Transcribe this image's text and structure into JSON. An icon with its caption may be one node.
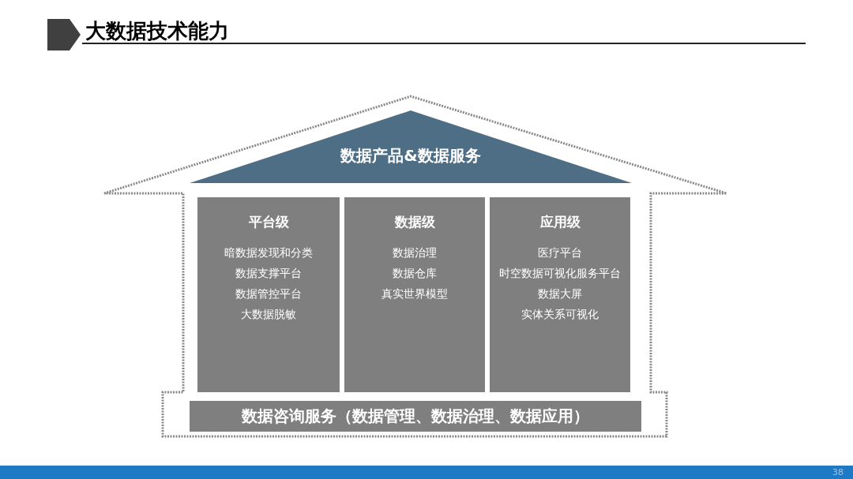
{
  "diagram": {
    "title": "大数据技术能力",
    "nodes": [
      {
        "text": [
          "数据产品&数据服务"
        ]
      },
      {
        "text": [
          "平台级",
          "暗数据发现和分类",
          "数据支撑平台",
          "数据管控平台",
          "大数据脱敏"
        ]
      },
      {
        "text": [
          "数据级",
          "数据治理",
          "数据仓库",
          "真实世界模型"
        ]
      },
      {
        "text": [
          "应用级",
          "医疗平台",
          "时空数据可视化服务平台",
          "数据大屏",
          "实体关系可视化"
        ]
      },
      {
        "text": [
          "数据咨询服务（数据管理、数据治理、数据应用）"
        ]
      }
    ],
    "labels": [
      "38"
    ]
  }
}
